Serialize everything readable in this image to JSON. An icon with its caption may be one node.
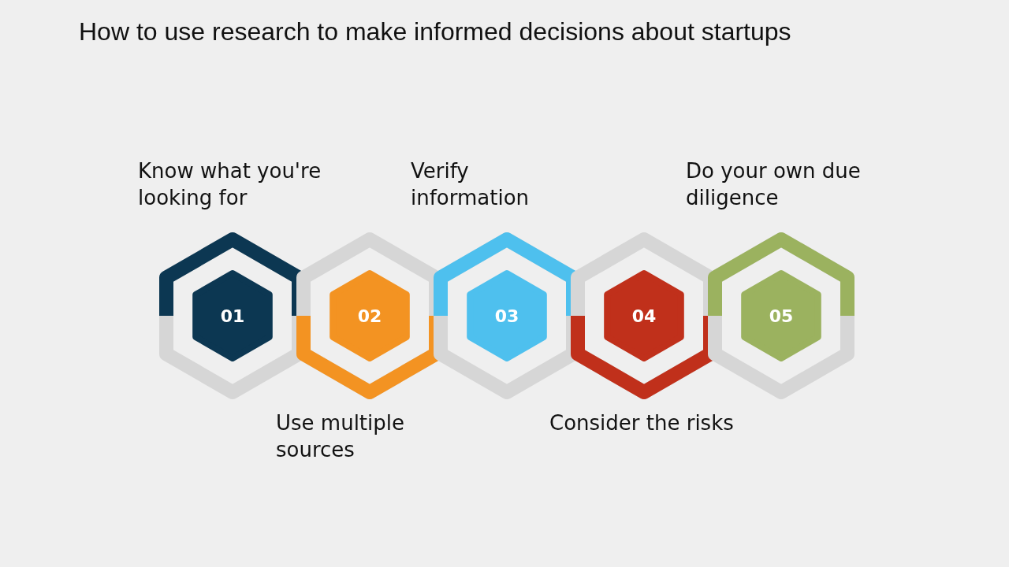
{
  "diagram": {
    "title": "How to use research to make informed decisions about startups",
    "nodes": [
      {
        "text": [
          "01"
        ],
        "beside": [
          "Know what you're looking for"
        ]
      },
      {
        "text": [
          "02"
        ],
        "beside": [
          "Use multiple sources"
        ]
      },
      {
        "text": [
          "03"
        ],
        "beside": [
          "Verify information"
        ]
      },
      {
        "text": [
          "04"
        ],
        "beside": [
          "Consider the risks"
        ]
      },
      {
        "text": [
          "05"
        ],
        "beside": [
          "Do your own due diligence"
        ]
      }
    ],
    "edges": []
  }
}
